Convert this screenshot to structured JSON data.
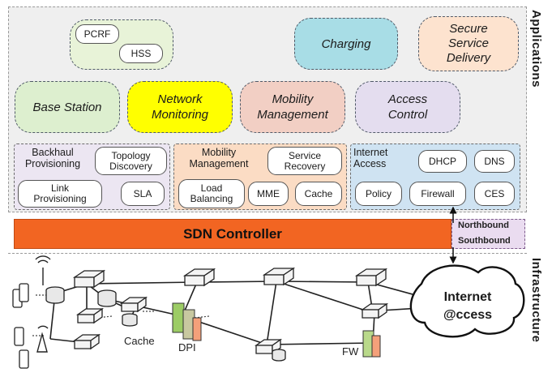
{
  "layers": {
    "applications": "Applications",
    "infrastructure": "Infrastructure"
  },
  "apps": {
    "pcrf": "PCRF",
    "hss": "HSS",
    "charging": "Charging",
    "secure_line1": "Secure",
    "secure_line2": "Service",
    "secure_line3": "Delivery",
    "base_station": "Base Station",
    "netmon_line1": "Network",
    "netmon_line2": "Monitoring",
    "mobility_line1": "Mobility",
    "mobility_line2": "Management",
    "access_line1": "Access",
    "access_line2": "Control"
  },
  "services": {
    "backhaul_line1": "Backhaul",
    "backhaul_line2": "Provisioning",
    "topology_line1": "Topology",
    "topology_line2": "Discovery",
    "link_line1": "Link",
    "link_line2": "Provisioning",
    "sla": "SLA",
    "mob_line1": "Mobility",
    "mob_line2": "Management",
    "svcrec_line1": "Service",
    "svcrec_line2": "Recovery",
    "lb_line1": "Load",
    "lb_line2": "Balancing",
    "mme": "MME",
    "cache": "Cache",
    "internet_line1": "Internet",
    "internet_line2": "Access",
    "dhcp": "DHCP",
    "dns": "DNS",
    "policy": "Policy",
    "firewall": "Firewall",
    "ces": "CES"
  },
  "controller": {
    "title": "SDN Controller",
    "northbound": "Northbound",
    "southbound": "Southbound"
  },
  "infra": {
    "cache": "Cache",
    "dpi": "DPI",
    "fw": "FW",
    "internet_line1": "Internet",
    "internet_line2": "@ccess"
  },
  "colors": {
    "pcrf_group": "#e8f3d8",
    "charging": "#a8dde6",
    "secure": "#fde3cf",
    "base_station": "#ddefcf",
    "netmon": "#ffff00",
    "mobility": "#f2cfc4",
    "access": "#e4ddef",
    "backhaul_group": "#ece6f2",
    "mobility_group": "#fbdcc4",
    "internet_group": "#cfe3f2",
    "sdn": "#f26522"
  }
}
